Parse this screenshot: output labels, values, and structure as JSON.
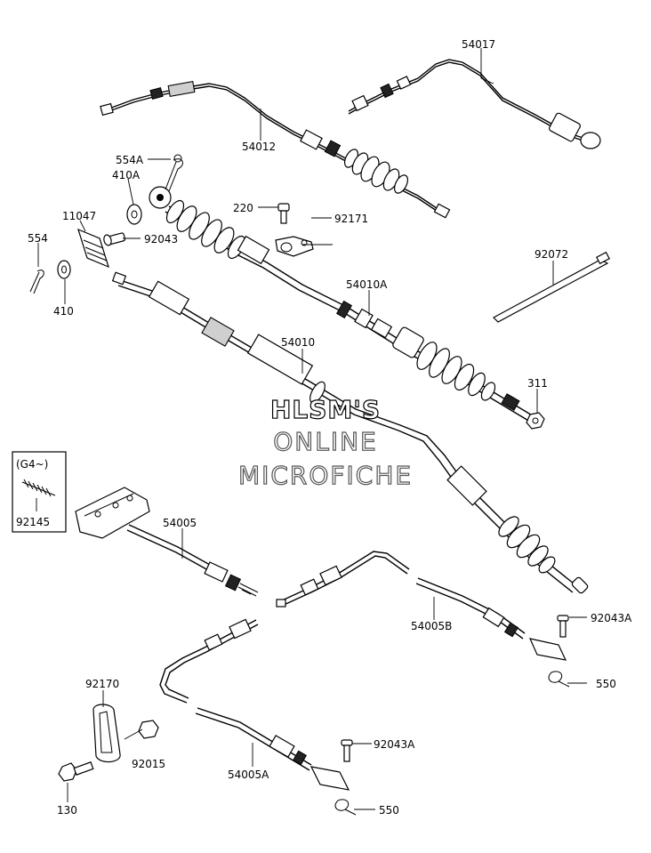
{
  "watermark": {
    "line1": "HLSM'S",
    "line2": "ONLINE",
    "line3": "MICROFICHE"
  },
  "inset_note": "(G4~)",
  "parts": {
    "p54017": "54017",
    "p54012": "54012",
    "p554A": "554A",
    "p410A": "410A",
    "p220": "220",
    "p92171": "92171",
    "p11047": "11047",
    "p92043": "92043",
    "p554": "554",
    "p410": "410",
    "p92072": "92072",
    "p54010A": "54010A",
    "p54010": "54010",
    "p311": "311",
    "p92145": "92145",
    "p54005": "54005",
    "p54005B": "54005B",
    "p92043A_1": "92043A",
    "p550_1": "550",
    "p92170": "92170",
    "p92015": "92015",
    "p130": "130",
    "p54005A": "54005A",
    "p92043A_2": "92043A",
    "p550_2": "550"
  }
}
